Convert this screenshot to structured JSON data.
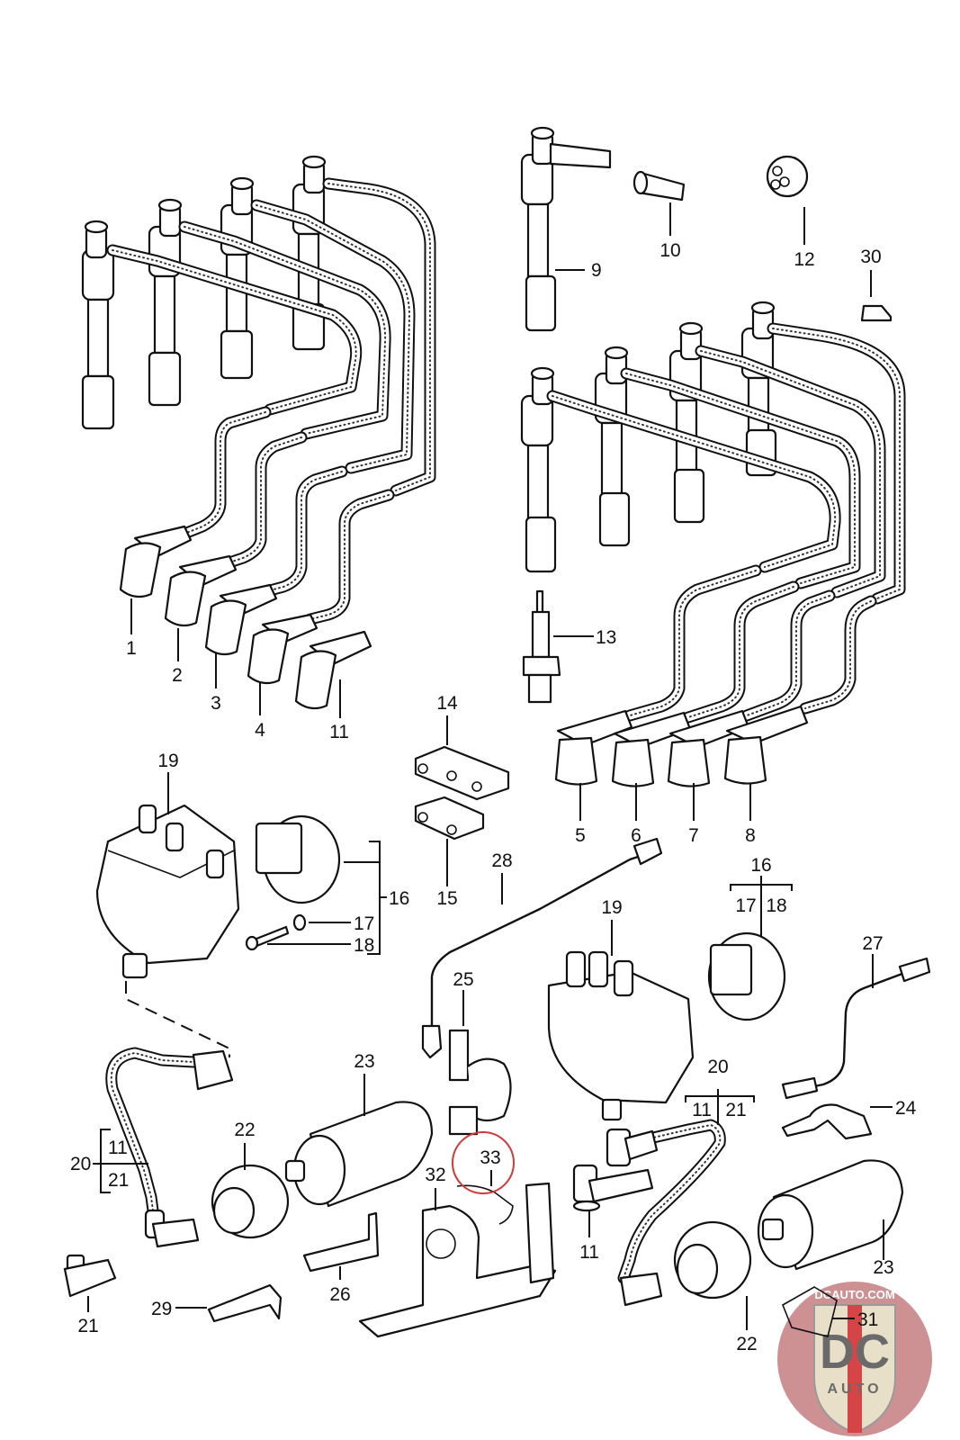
{
  "diagram": {
    "type": "exploded parts diagram",
    "subject": "Ignition system: spark plug wires, distributor, ignition coils and mounting brackets",
    "line_color": "#111111",
    "background_color": "#ffffff",
    "highlight_color": "#d23a3a"
  },
  "callouts": {
    "c1": "1",
    "c2": "2",
    "c3": "3",
    "c4": "4",
    "c5": "5",
    "c6": "6",
    "c7": "7",
    "c8": "8",
    "c9": "9",
    "c10": "10",
    "c11a": "11",
    "c11b": "11",
    "c12": "12",
    "c13": "13",
    "c14": "14",
    "c15": "15",
    "c16a": "16",
    "c17a": "17",
    "c18a": "18",
    "c16b": "16",
    "c17b": "17",
    "c18b": "18",
    "c19a": "19",
    "c19b": "19",
    "c20a": "20",
    "c20a_11": "11",
    "c20a_21": "21",
    "c20b": "20",
    "c20b_11": "11",
    "c20b_21": "21",
    "c21": "21",
    "c22a": "22",
    "c22b": "22",
    "c23a": "23",
    "c23b": "23",
    "c24": "24",
    "c25": "25",
    "c26": "26",
    "c27": "27",
    "c28": "28",
    "c29": "29",
    "c30": "30",
    "c31": "31",
    "c32": "32",
    "c33": "33"
  },
  "highlighted_part": "33",
  "watermark": {
    "site": "DCAUTO.COM",
    "logo_letters": "DC",
    "logo_word": "AUTO",
    "badge_color": "#c9878a",
    "shield_color": "#e8dfc8",
    "letter_color": "#6a6a6a",
    "stripe_color": "#d64545"
  }
}
